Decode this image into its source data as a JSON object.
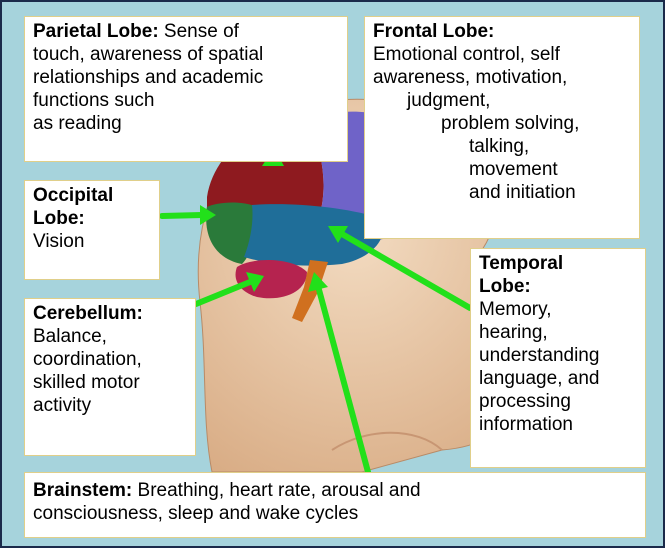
{
  "colors": {
    "background": "#a6d3dc",
    "frame": "#1b2a4a",
    "box_border": "#e0cf8a",
    "arrow": "#22e01a",
    "skin": "#e8c7a6",
    "parietal": "#8e1a1f",
    "frontal": "#6f63c8",
    "occipital": "#2a7a3a",
    "temporal": "#1f6e99",
    "cerebellum": "#b5234f",
    "brainstem": "#d0701f"
  },
  "labels": {
    "parietal": {
      "title": "Parietal Lobe:",
      "lines": [
        " Sense of",
        "touch, awareness of spatial",
        "relationships and academic",
        "functions such",
        "as reading"
      ]
    },
    "frontal": {
      "title": "Frontal Lobe:",
      "lines": [
        "Emotional control, self",
        "awareness, motivation,",
        "judgment,",
        "problem solving,",
        "talking,",
        "movement",
        "and initiation"
      ]
    },
    "occipital": {
      "title": "Occipital",
      "title2": "Lobe:",
      "lines": [
        "Vision"
      ]
    },
    "temporal": {
      "title": "Temporal",
      "title2": "Lobe:",
      "lines": [
        "Memory,",
        "hearing,",
        "understanding",
        "language, and",
        "processing",
        "information"
      ]
    },
    "cerebellum": {
      "title": "Cerebellum:",
      "lines": [
        "Balance,",
        "coordination,",
        "skilled motor",
        "activity"
      ]
    },
    "brainstem": {
      "title": "Brainstem:",
      "lines": [
        " Breathing, heart rate, arousal and",
        "consciousness, sleep and wake cycles"
      ]
    }
  }
}
